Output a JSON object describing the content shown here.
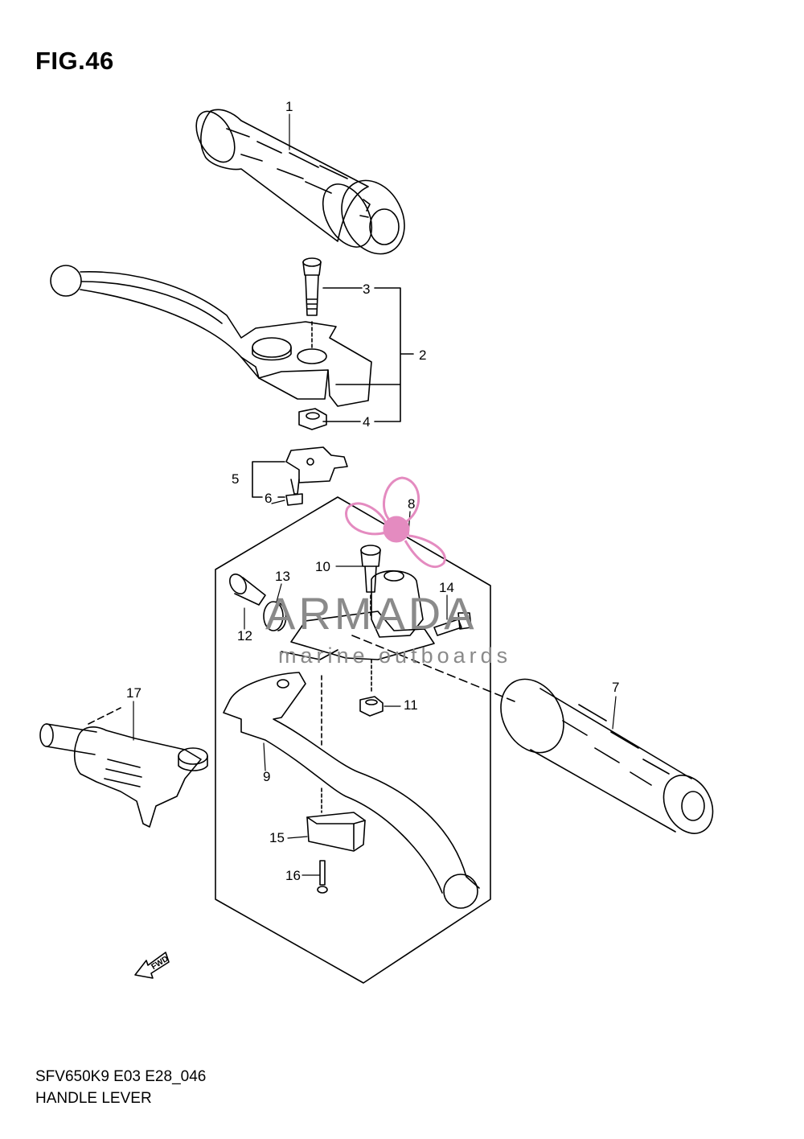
{
  "figure": {
    "title": "FIG.46",
    "model_code": "SFV650K9 E03 E28_046",
    "name": "HANDLE LEVER"
  },
  "callouts": [
    "1",
    "2",
    "3",
    "4",
    "5",
    "6",
    "7",
    "8",
    "9",
    "10",
    "11",
    "12",
    "13",
    "14",
    "15",
    "16",
    "17"
  ],
  "watermark": {
    "brand": "ARMADA",
    "tagline": "marine outboards",
    "color": "#e48bc0"
  },
  "direction_label": "FWD"
}
